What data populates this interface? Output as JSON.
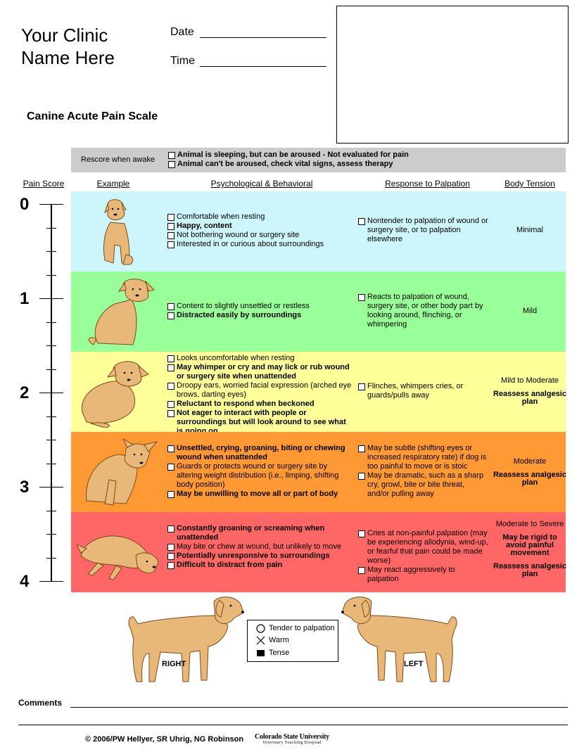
{
  "header": {
    "clinic_name_line1": "Your Clinic",
    "clinic_name_line2": "Name Here",
    "date_label": "Date",
    "time_label": "Time",
    "title": "Canine Acute Pain Scale"
  },
  "rescore": {
    "label": "Rescore when awake",
    "option1": "Animal is sleeping, but can be aroused - Not evaluated for pain",
    "option2": "Animal can't be aroused, check vital signs, assess therapy"
  },
  "columns": {
    "pain_score": "Pain Score",
    "example": "Example",
    "psych": "Psychological & Behavioral",
    "response": "Response to Palpation",
    "tension": "Body Tension"
  },
  "scores": [
    "0",
    "1",
    "2",
    "3",
    "4"
  ],
  "colors": {
    "band0": "#ccf6fb",
    "band1": "#99ff99",
    "band2": "#ffff99",
    "band3": "#ff9933",
    "band4": "#ff6666",
    "rescore_bg": "#cccccc",
    "dog_fill": "#e8b878",
    "dog_stroke": "#7a4a1a"
  },
  "bands": [
    {
      "psych": [
        "Comfortable when resting",
        "Happy, content",
        "Not bothering wound or surgery site",
        "Interested in or curious about surroundings"
      ],
      "response": [
        "Nontender to palpation of wound or surgery site, or to palpation elsewhere"
      ],
      "tension": [
        "Minimal"
      ]
    },
    {
      "psych": [
        "Content to slightly unsettled or restless",
        "Distracted easily by surroundings"
      ],
      "response": [
        "Reacts to palpation of wound, surgery site, or other body part by looking around, flinching, or whimpering"
      ],
      "tension": [
        "Mild"
      ]
    },
    {
      "psych": [
        "Looks uncomfortable when resting",
        "May whimper or cry and may lick or rub wound or surgery site when unattended",
        "Droopy ears, worried facial expression (arched eye brows, darting eyes)",
        "Reluctant to respond when beckoned",
        "Not eager to interact with people or surroundings but will look around to see what is going on"
      ],
      "response": [
        "Flinches, whimpers cries, or guards/pulls away"
      ],
      "tension": [
        "Mild to Moderate",
        "Reassess analgesic plan"
      ]
    },
    {
      "psych": [
        "Unsettled, crying, groaning, biting or chewing wound when unattended",
        "Guards or protects wound or surgery site by altering weight distribution (i.e., limping, shifting body position)",
        "May be unwilling to move all or part of body"
      ],
      "response": [
        "May be subtle (shifting eyes or increased respiratory rate) if dog is too painful to move or is stoic",
        "May be dramatic, such as a sharp cry, growl, bite or bite threat, and/or pulling away"
      ],
      "tension": [
        "Moderate",
        "Reassess analgesic plan"
      ]
    },
    {
      "psych": [
        "Constantly groaning or screaming when unattended",
        "May bite or chew at wound, but unlikely to move",
        "Potentially unresponsive to surroundings",
        "Difficult to distract from pain"
      ],
      "response": [
        "Cries at non-painful palpation (may be experiencing allodynia, wind-up, or fearful that pain could be made worse)",
        "May react aggressively to palpation"
      ],
      "tension": [
        "Moderate to Severe",
        "May be rigid to avoid painful movement",
        "Reassess analgesic plan"
      ]
    }
  ],
  "body_map": {
    "right_label": "RIGHT",
    "left_label": "LEFT",
    "legend": {
      "tender": "Tender to palpation",
      "warm": "Warm",
      "tense": "Tense"
    }
  },
  "footer": {
    "comments_label": "Comments",
    "copyright": "© 2006/PW Hellyer, SR Uhrig, NG Robinson",
    "university": "Colorado State University",
    "hospital": "Veterinary Teaching Hospital"
  }
}
